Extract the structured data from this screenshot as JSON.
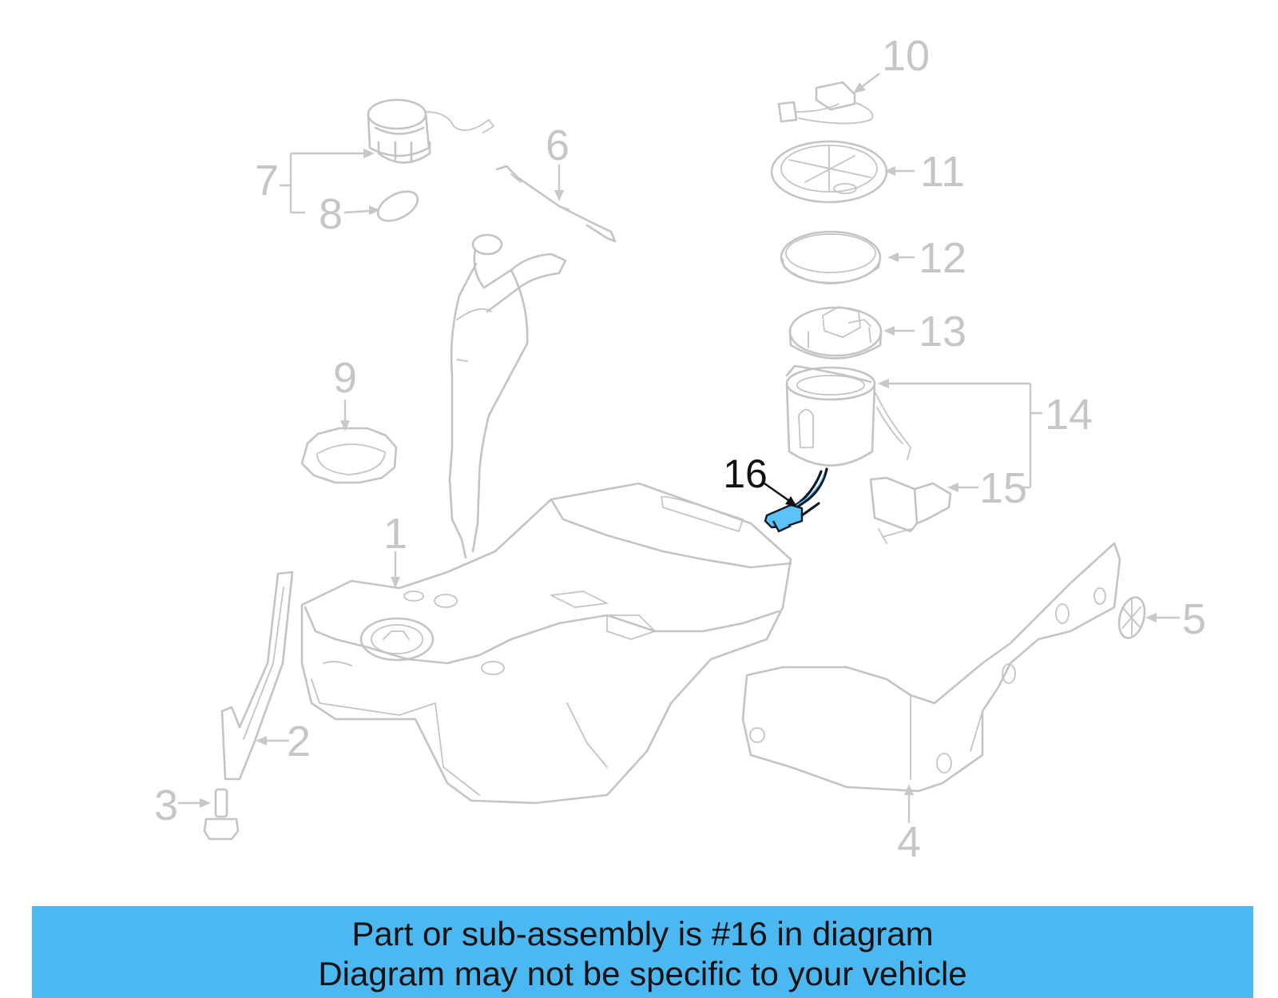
{
  "diagram": {
    "callouts": {
      "c1": "1",
      "c2": "2",
      "c3": "3",
      "c4": "4",
      "c5": "5",
      "c6": "6",
      "c7": "7",
      "c8": "8",
      "c9": "9",
      "c10": "10",
      "c11": "11",
      "c12": "12",
      "c13": "13",
      "c14": "14",
      "c15": "15",
      "c16": "16"
    },
    "highlighted_part": "16",
    "colors": {
      "part_stroke": "#c4c4c4",
      "highlight_fill": "#5bc3f5",
      "highlight_label": "#111111",
      "banner": "#4cb8f2"
    }
  },
  "banner": {
    "line1": "Part or sub-assembly is #16 in diagram",
    "line2": "Diagram may not be specific to your vehicle"
  }
}
